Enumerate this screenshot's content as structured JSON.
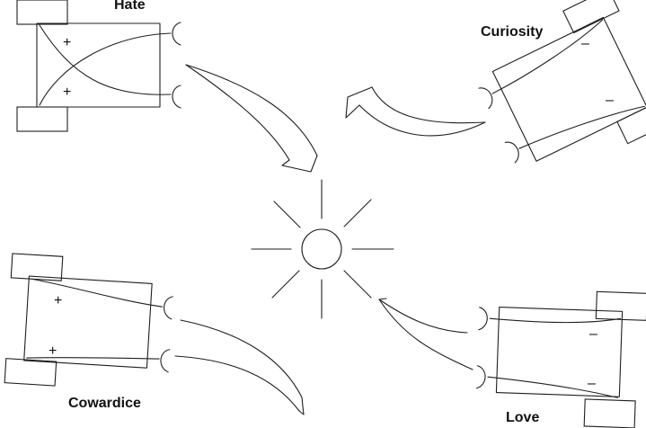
{
  "vehicles": [
    {
      "id": "hate",
      "label": "Hate",
      "sign_top": "+",
      "sign_bottom": "+"
    },
    {
      "id": "curiosity",
      "label": "Curiosity",
      "sign_top": "–",
      "sign_bottom": "–"
    },
    {
      "id": "cowardice",
      "label": "Cowardice",
      "sign_top": "+",
      "sign_bottom": "+"
    },
    {
      "id": "love",
      "label": "Love",
      "sign_top": "–",
      "sign_bottom": "–"
    }
  ]
}
